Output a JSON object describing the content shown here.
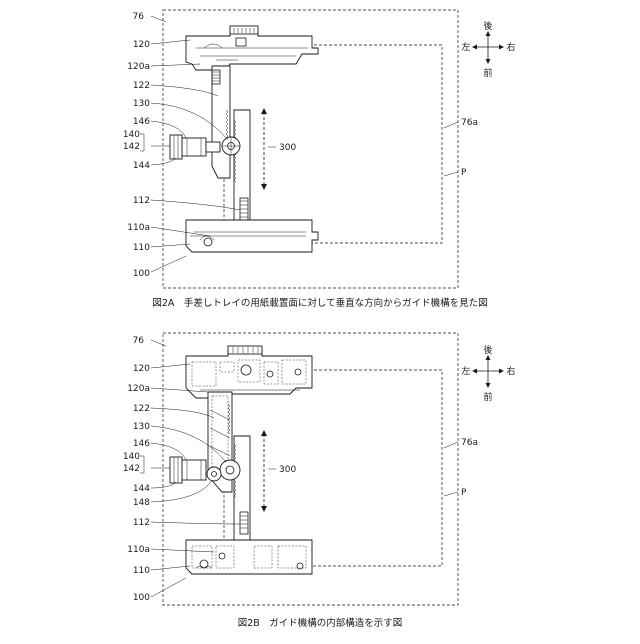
{
  "figures": [
    {
      "id": "2A",
      "caption": "図2A　手差しトレイの用紙載置面に対して垂直な方向からガイド機構を見た図",
      "labels": {
        "tray": "76",
        "tray_face": "76a",
        "sheet": "P",
        "range": "300",
        "upper_guide": "120",
        "upper_guide_face": "120a",
        "upper_rack": "122",
        "pinion": "130",
        "damper": "140",
        "damper_a": "146",
        "damper_b": "142",
        "damper_c": "144",
        "lower_rack": "112",
        "lower_guide_face": "110a",
        "lower_guide": "110",
        "guide_mech": "100"
      },
      "compass": {
        "back": "後",
        "left": "左",
        "right": "右",
        "front": "前"
      }
    },
    {
      "id": "2B",
      "caption": "図2B　ガイド機構の内部構造を示す図",
      "labels": {
        "tray": "76",
        "tray_face": "76a",
        "sheet": "P",
        "range": "300",
        "upper_guide": "120",
        "upper_guide_face": "120a",
        "upper_rack": "122",
        "pinion": "130",
        "damper": "140",
        "damper_a": "146",
        "damper_b": "142",
        "damper_c": "144",
        "gear": "148",
        "lower_rack": "112",
        "lower_guide_face": "110a",
        "lower_guide": "110",
        "guide_mech": "100"
      },
      "compass": {
        "back": "後",
        "left": "左",
        "right": "右",
        "front": "前"
      }
    }
  ]
}
